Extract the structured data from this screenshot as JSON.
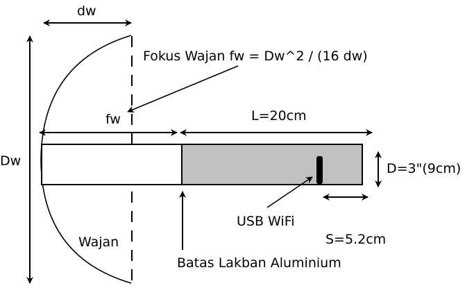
{
  "diagram": {
    "labels": {
      "dw": "dw",
      "Dw": "Dw",
      "focus_formula": "Fokus Wajan fw = Dw^2 / (16 dw)",
      "fw": "fw",
      "length": "L=20cm",
      "diameter": "D=3\"(9cm)",
      "usb_wifi": "USB WiFi",
      "spacing": "S=5.2cm",
      "wajan": "Wajan",
      "tape_boundary": "Batas Lakban Aluminium"
    },
    "colors": {
      "stroke": "#000000",
      "tube_uncovered": "#ffffff",
      "tube_aluminium": "#c0c0c0",
      "usb_element": "#000000"
    }
  }
}
